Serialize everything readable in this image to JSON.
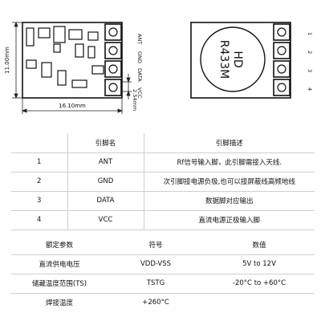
{
  "diagram": {
    "width_dim": "16.10mm",
    "height_dim": "11.00mm",
    "pitch_dim": "2.54mm",
    "chip_text_1": "HD",
    "chip_text_2": "R433M",
    "pin_labels": [
      "ANT",
      "GND",
      "DATA",
      "VCC"
    ],
    "pin_numbers": [
      "1",
      "2",
      "3",
      "4"
    ]
  },
  "pin_table": {
    "headers": [
      "",
      "引脚名",
      "引脚描述"
    ],
    "rows": [
      [
        "1",
        "ANT",
        "Rf信号输入脚，此引脚需接入天线."
      ],
      [
        "2",
        "GND",
        "次引脚接电源负极,也可以接屏蔽线高频地线"
      ],
      [
        "3",
        "DATA",
        "数据脚对应输出"
      ],
      [
        "4",
        "VCC",
        "直流电源正极输入脚"
      ]
    ]
  },
  "spec_table": {
    "headers": [
      "额定参数",
      "符号",
      "数值"
    ],
    "rows": [
      [
        "直流供电电压",
        "VDD-VSS",
        "5V to 12V"
      ],
      [
        "储藏温度范围(TS)",
        "TSTG",
        "-20°C to +60°C"
      ],
      [
        "焊接温度",
        "+260°C",
        ""
      ]
    ]
  }
}
